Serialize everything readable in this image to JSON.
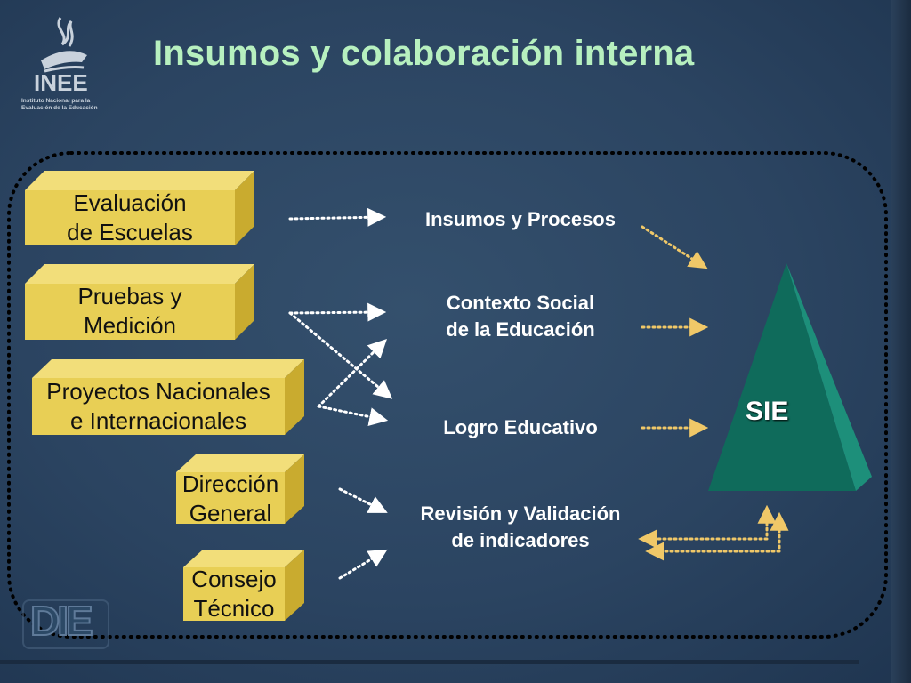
{
  "title": "Insumos y colaboración interna",
  "logo": {
    "name": "INEE",
    "caption_line1": "Instituto Nacional para la",
    "caption_line2": "Evaluación de la Educación"
  },
  "sources": [
    {
      "line1": "Evaluación",
      "line2": "de Escuelas"
    },
    {
      "line1": "Pruebas y",
      "line2": "Medición"
    },
    {
      "line1": "Proyectos Nacionales",
      "line2": "e Internacionales"
    },
    {
      "line1": "Dirección",
      "line2": "General"
    },
    {
      "line1": "Consejo",
      "line2": "Técnico"
    }
  ],
  "outputs": [
    {
      "line1": "Insumos y Procesos",
      "line2": ""
    },
    {
      "line1": "Contexto Social",
      "line2": "de la Educación"
    },
    {
      "line1": "Logro Educativo",
      "line2": ""
    },
    {
      "line1": "Revisión y Validación",
      "line2": "de indicadores"
    }
  ],
  "target": {
    "label": "SIE"
  },
  "corner_logo": {
    "label": "DIE"
  },
  "colors": {
    "background": "#2b4461",
    "title": "#b7f0bf",
    "box_front": "#e8cf55",
    "box_top": "#f2de7a",
    "box_side": "#c9ab2f",
    "arrow_white": "#ffffff",
    "arrow_yellow": "#f0c868",
    "pyramid": "#0f6b5b"
  }
}
